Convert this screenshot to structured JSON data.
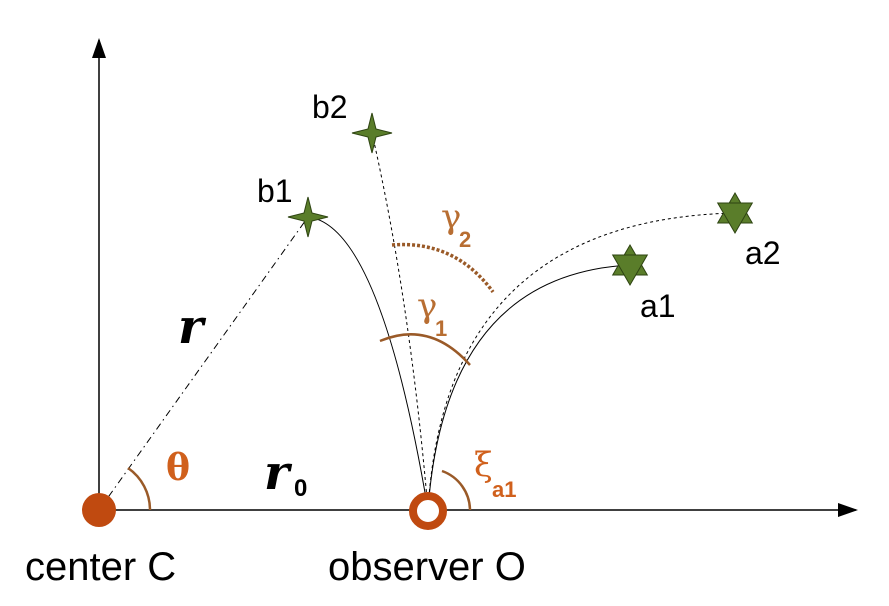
{
  "labels": {
    "center": "center C",
    "observer": "observer O",
    "r": "r",
    "r0": "r",
    "r0_sub": "0",
    "theta": "θ",
    "xi": "ξ",
    "xi_sub": "a1",
    "gamma": "γ",
    "gamma1_sub": "1",
    "gamma2_sub": "2",
    "b1": "b1",
    "b2": "b2",
    "a1": "a1",
    "a2": "a2"
  },
  "colors": {
    "axes": "#000000",
    "center_dot": "#c04a10",
    "observer_ring": "#c04a10",
    "arc_brown": "#9a5a28",
    "gamma_text": "#b86e32",
    "orange_text": "#d0601c",
    "star_fill": "#5a7d2a",
    "star_stroke": "#2e4412"
  },
  "icons": {
    "b_points": "four-point-star-icon",
    "a_points": "six-point-star-icon",
    "center": "filled-circle-icon",
    "observer": "ring-icon"
  }
}
